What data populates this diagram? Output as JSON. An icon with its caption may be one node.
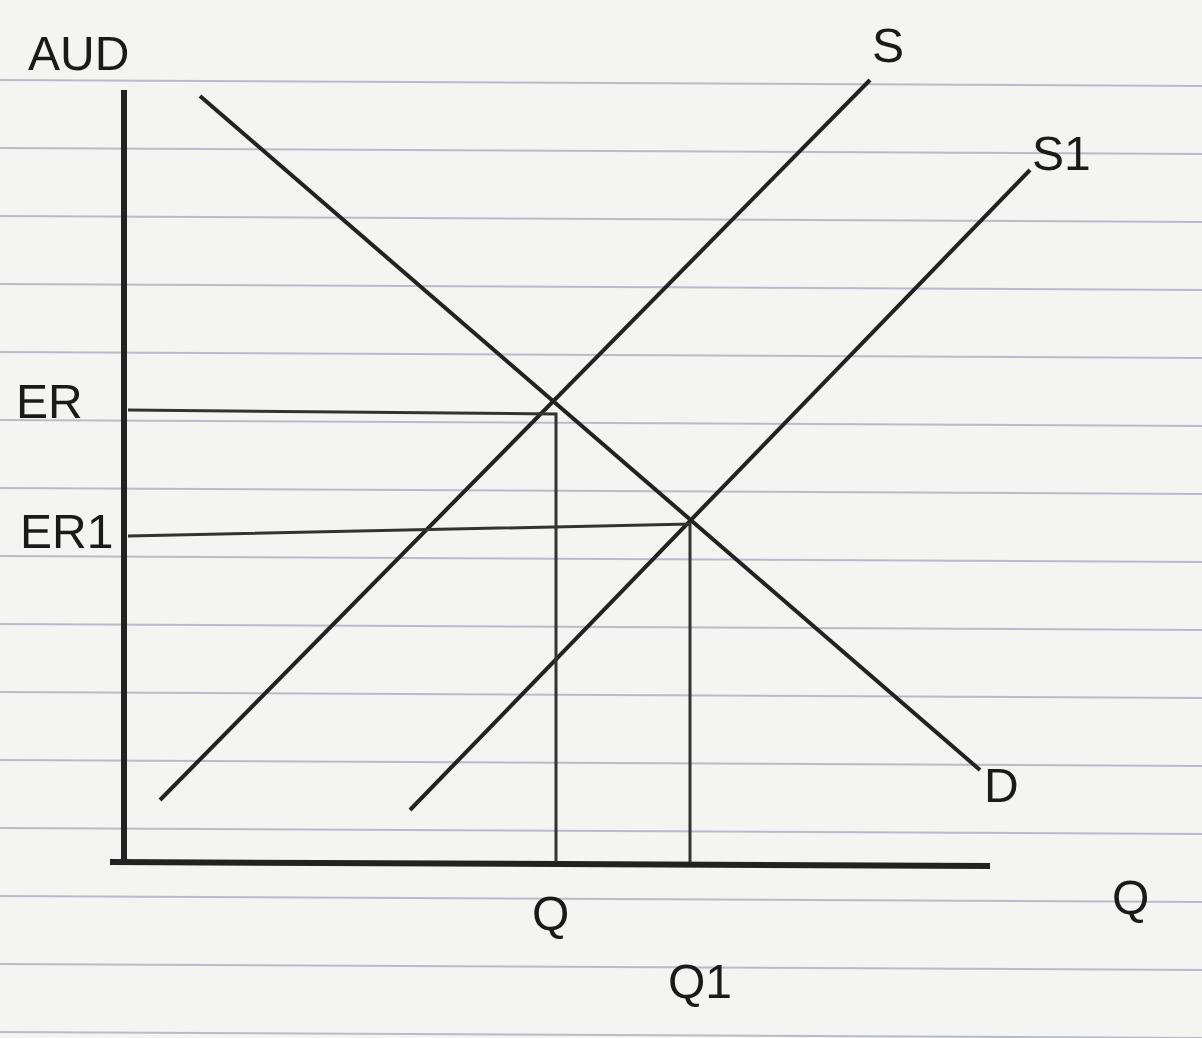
{
  "diagram": {
    "labels": [
      "AUD",
      "S",
      "S1",
      "ER",
      "ER1",
      "D",
      "Q",
      "Q",
      "Q1"
    ]
  }
}
